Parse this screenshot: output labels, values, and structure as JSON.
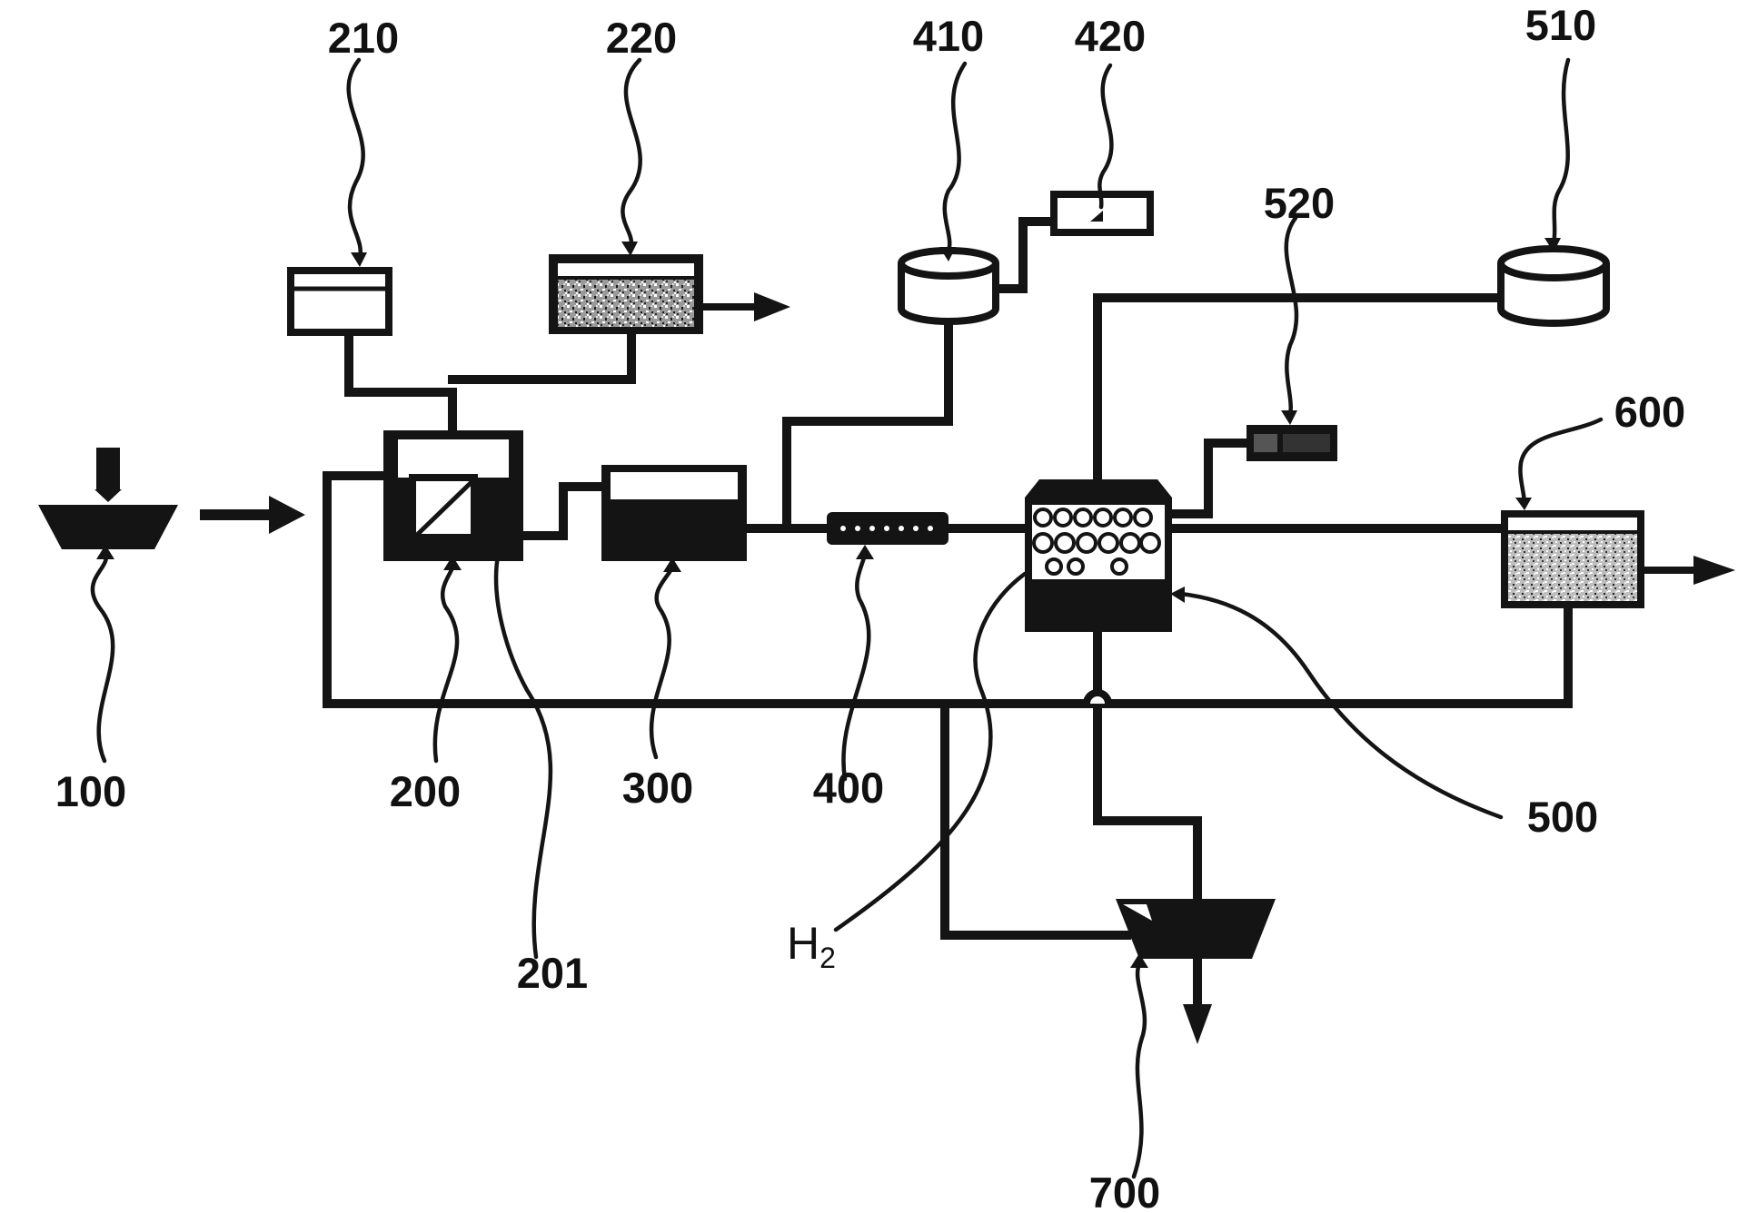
{
  "diagram": {
    "labels": {
      "l100": "100",
      "l200": "200",
      "l201": "201",
      "l210": "210",
      "l220": "220",
      "l300": "300",
      "l400": "400",
      "l410": "410",
      "l420": "420",
      "l500": "500",
      "l510": "510",
      "l520": "520",
      "l600": "600",
      "l700": "700"
    },
    "h2": {
      "main": "H",
      "sub": "2"
    }
  }
}
